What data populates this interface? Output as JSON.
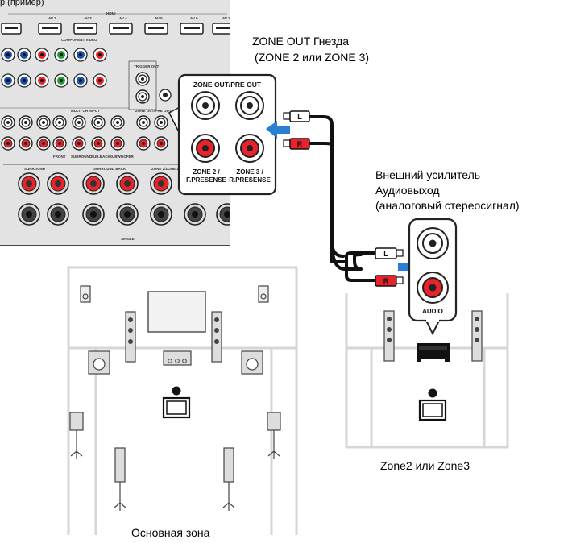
{
  "captions": {
    "zone_out_line1": "ZONE OUT Гнезда",
    "zone_out_line2": "(ZONE 2 или ZONE 3)",
    "amp_line1": "Внешний усилитель",
    "amp_line2": "Аудиовыход",
    "amp_line3": "(аналоговый стереосигнал)",
    "zone_label": "Zone2 или  Zone3",
    "main_zone_label": "Основная зона"
  },
  "receiver_panel": {
    "top_partial": "р (пример)",
    "hdmi": "HDMI",
    "hdmi_inputs": [
      "AV 2",
      "AV 3",
      "AV 4",
      "AV 5",
      "AV 6",
      "AV 7"
    ],
    "component_video": "COMPONENT VIDEO",
    "trigger_out": "TRIGGER OUT",
    "multi_ch_input": "MULTI CH INPUT",
    "multi_ch_labels": [
      "FRONT",
      "SURROUND",
      "SUR.BACK",
      "SUBWOOFER"
    ],
    "zone_out_pre_out_small": "ZONE OUT/PRE OUT",
    "speakers_labels": [
      "SURROUND",
      "SURROUND BACK",
      "ZONE 2/ZONE 3"
    ],
    "single": "SINGLE"
  },
  "zoom_box": {
    "title": "ZONE OUT/PRE OUT",
    "jack_left_label": [
      "ZONE 2 /",
      "F.PRESENSE"
    ],
    "jack_right_label": [
      "ZONE 3 /",
      "R.PRESENSE"
    ]
  },
  "plugs": {
    "left": "L",
    "right": "R"
  },
  "amp_box": {
    "label": "AUDIO"
  },
  "colors": {
    "red": "#e8242a",
    "blue_arrow": "#2a7fd4",
    "panel_bg": "#e3e3e3",
    "room_line": "#d6d6d6",
    "cable": "#111111"
  },
  "icons": [
    "arrow-left-icon",
    "arrow-right-icon",
    "person-on-chair-icon",
    "speaker-icon",
    "tv-icon",
    "amplifier-icon"
  ]
}
